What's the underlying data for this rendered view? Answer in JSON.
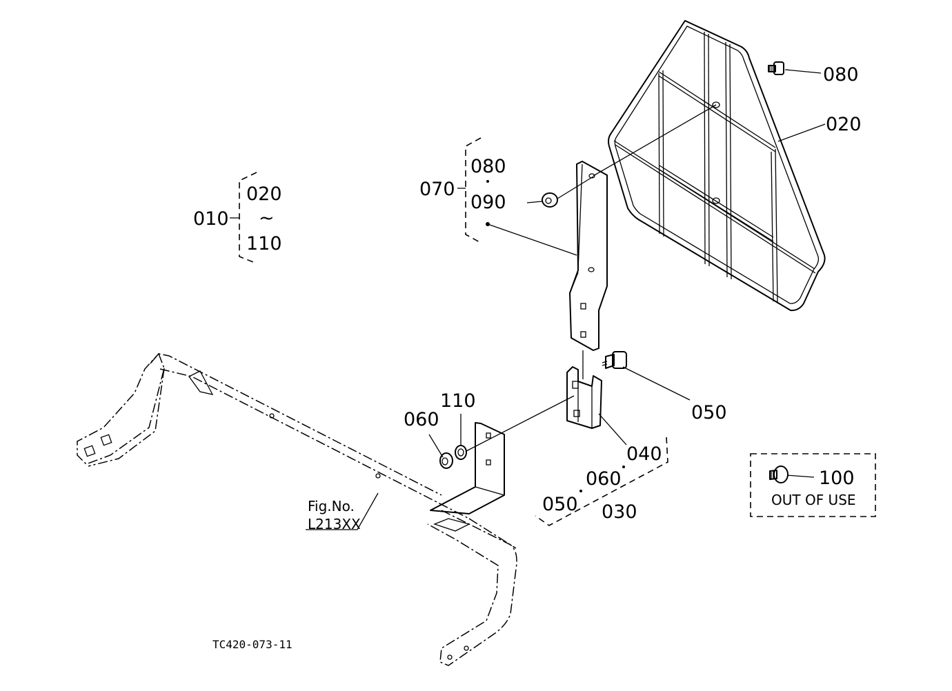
{
  "diagram": {
    "callouts": {
      "p010": "010",
      "p020_group": "020",
      "tilde": "~",
      "p110_group": "110",
      "p070": "070",
      "p080_group": "080",
      "p090": "090",
      "p080": "080",
      "p020": "020",
      "p050": "050",
      "p040": "040",
      "p110": "110",
      "p060": "060",
      "kit_050": "050",
      "kit_060": "060",
      "p030": "030",
      "p100": "100"
    },
    "notes": {
      "out_of_use": "OUT OF USE",
      "fig_no": "Fig.No.",
      "fig_ref": "L213XX",
      "drawing_code": "TC420-073-11"
    }
  }
}
